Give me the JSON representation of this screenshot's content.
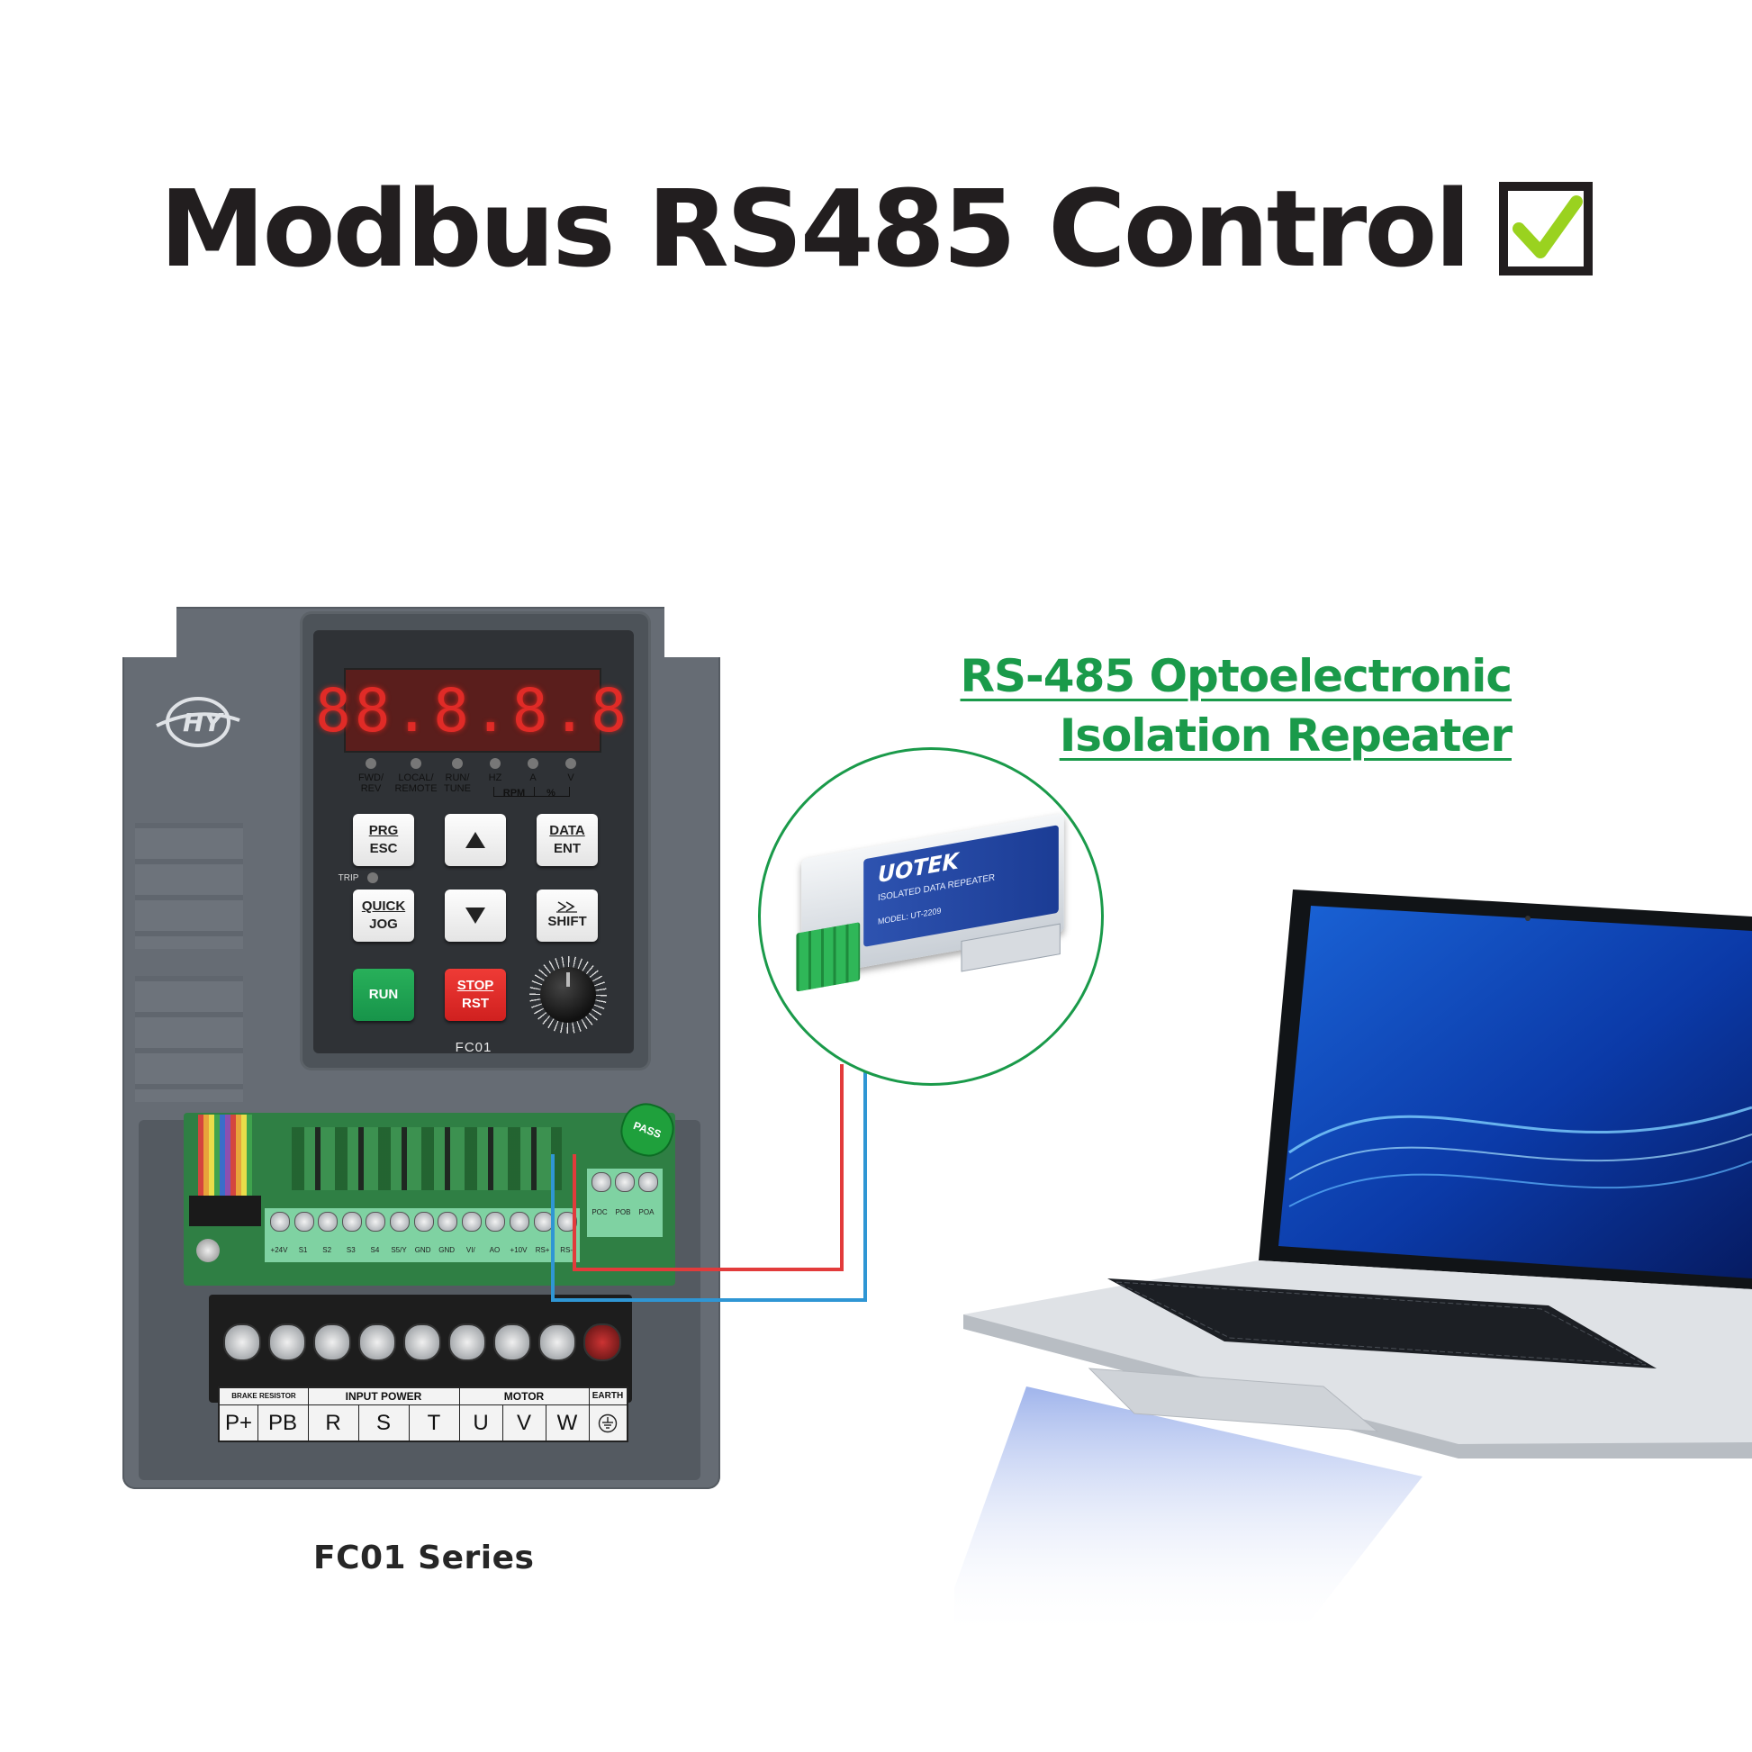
{
  "headline": {
    "text": "Modbus RS485 Control",
    "checkbox_icon": "checkbox-checked-icon"
  },
  "repeater_label": {
    "line1": "RS-485 Optoelectronic",
    "line2": "Isolation Repeater",
    "color": "#1a9a4a"
  },
  "series_caption": "FC01 Series",
  "vfd": {
    "model_label": "FC01",
    "display_value": "88.8.8.8",
    "indicators": [
      "FWD/\nREV",
      "LOCAL/\nREMOTE",
      "RUN/\nTUNE",
      "HZ",
      "A",
      "V"
    ],
    "unit_rpm": "RPM",
    "unit_percent": "%",
    "trip_label": "TRIP",
    "keys": {
      "prg_top": "PRG",
      "prg_bottom": "ESC",
      "data_top": "DATA",
      "data_bottom": "ENT",
      "quick_top": "QUICK",
      "quick_bottom": "JOG",
      "shift": "SHIFT",
      "run": "RUN",
      "stop_top": "STOP",
      "stop_bottom": "RST"
    },
    "control_terminals": [
      "+24V",
      "S1",
      "S2",
      "S3",
      "S4",
      "S5/Y",
      "GND",
      "GND",
      "VI/",
      "AO",
      "+10V",
      "RS+",
      "RS-"
    ],
    "relay_terminals": [
      "POC",
      "POB",
      "POA"
    ],
    "pass_sticker": "PASS",
    "power_terminals": {
      "group_brake": "BRAKE RESISTOR",
      "group_input": "INPUT  POWER",
      "group_motor": "MOTOR",
      "group_earth": "EARTH",
      "labels": [
        "P+",
        "PB",
        "R",
        "S",
        "T",
        "U",
        "V",
        "W"
      ]
    }
  },
  "repeater_device": {
    "brand": "UOTEK",
    "product": "ISOLATED DATA REPEATER",
    "model": "MODEL: UT-2209"
  },
  "wire_colors": {
    "rs_plus": "#e23b3b",
    "rs_minus": "#2f96d4"
  }
}
